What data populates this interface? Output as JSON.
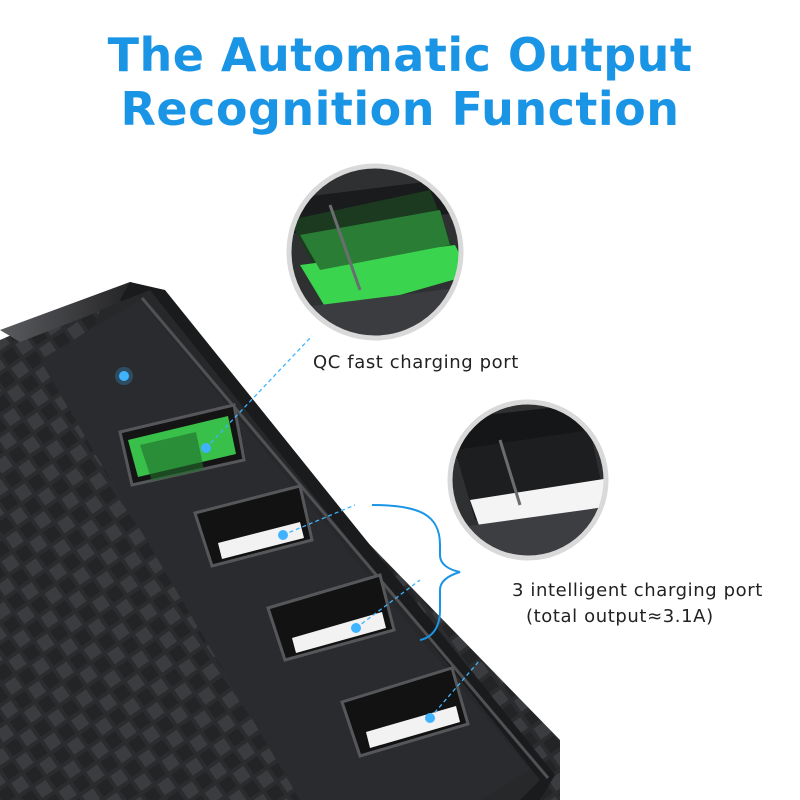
{
  "title": {
    "line1": "The Automatic Output",
    "line2": "Recognition Function"
  },
  "callouts": {
    "qc_label": "QC fast charging port",
    "intelligent_label": "3 intelligent charging port",
    "intelligent_sub": "(total output≈3.1A)"
  },
  "colors": {
    "accent": "#1a95e6",
    "qc_port": "#35c24a",
    "housing": "#2a2b2d"
  }
}
